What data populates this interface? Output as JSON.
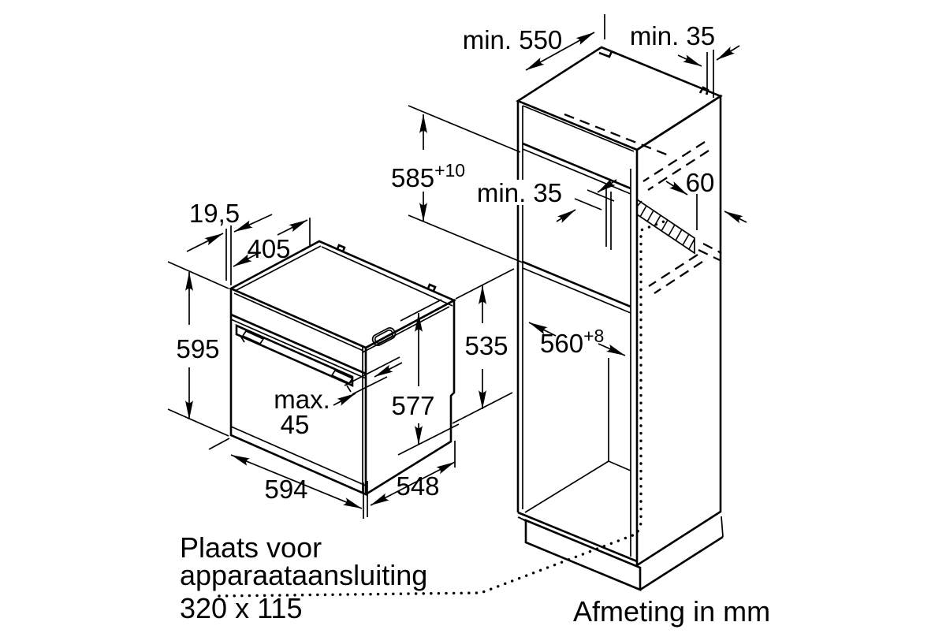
{
  "notes": {
    "connection_line1": "Plaats voor",
    "connection_line2": "apparaataansluiting",
    "connection_line3": "320 x 115",
    "units": "Afmeting in mm"
  },
  "cabinet": {
    "top_depth": "min. 550",
    "rear_wall_gap": "min. 35",
    "niche_height": "585",
    "niche_height_tol": "+10",
    "rear_shelf_gap": "min. 35",
    "vent_strip_width": "60",
    "niche_depth": "560",
    "niche_depth_tol": "+8"
  },
  "oven": {
    "door_protrusion": "19,5",
    "top_recess_depth": "405",
    "height": "595",
    "body_depth": "535",
    "total_depth": "577",
    "width": "594",
    "base_depth": "548",
    "handle_clearance_label": "max.",
    "handle_clearance_value": "45"
  }
}
